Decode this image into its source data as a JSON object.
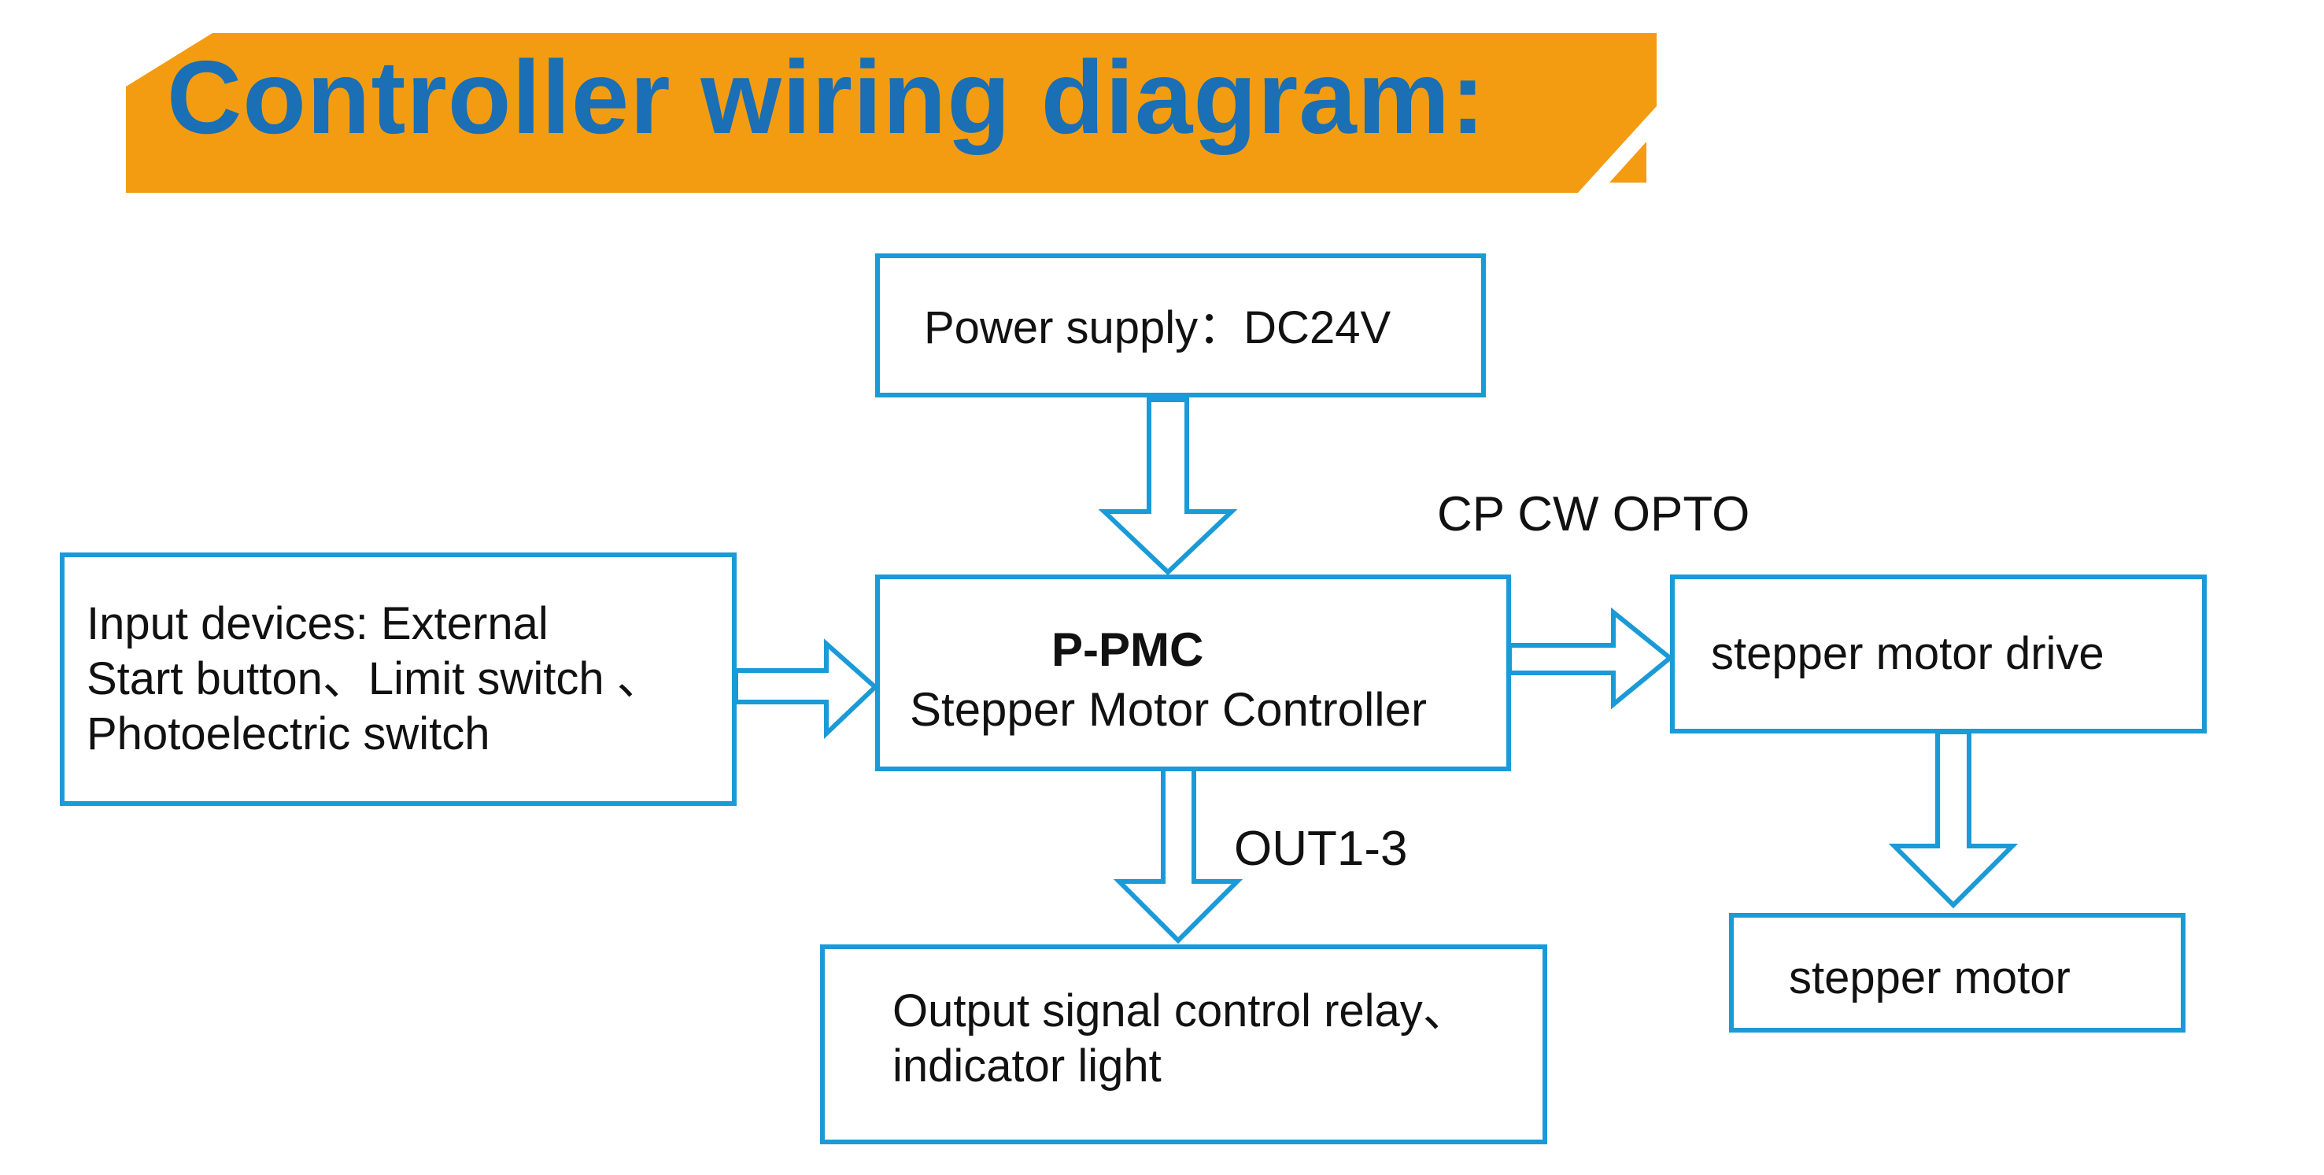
{
  "title": "Controller wiring diagram:",
  "colors": {
    "banner": "#f39c12",
    "title": "#1a6fb5",
    "stroke": "#1a9ad6",
    "text": "#111111"
  },
  "nodes": {
    "power": {
      "line1": "Power supply：DC24V"
    },
    "input": {
      "line1": "Input devices: External",
      "line2": "Start button、Limit switch 、",
      "line3": "Photoelectric switch"
    },
    "controller": {
      "line1": "P-PMC",
      "line2": "Stepper Motor Controller"
    },
    "drive": {
      "line1": "stepper motor drive"
    },
    "motor": {
      "line1": "stepper motor"
    },
    "output": {
      "line1": "Output signal control relay、",
      "line2": "indicator light"
    }
  },
  "labels": {
    "cp_cw_opto": "CP CW OPTO",
    "out": "OUT1-3"
  }
}
